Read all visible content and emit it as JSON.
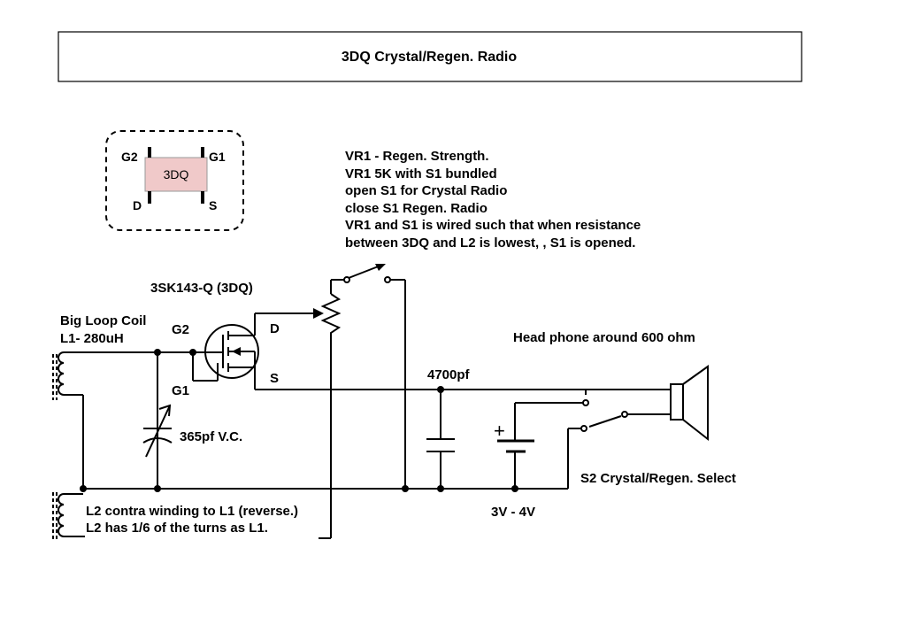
{
  "title": "3DQ Crystal/Regen. Radio",
  "package": {
    "body": "3DQ",
    "pins": {
      "g2": "G2",
      "g1": "G1",
      "d": "D",
      "s": "S"
    },
    "body_color": "#f0c9c9"
  },
  "notes": [
    "VR1 - Regen. Strength.",
    "VR1 5K with S1 bundled",
    "open S1 for Crystal Radio",
    "close S1 Regen. Radio",
    "VR1 and S1 is wired such that when resistance",
    "between 3DQ and L2 is lowest, , S1 is opened."
  ],
  "labels": {
    "fet_name": "3SK143-Q (3DQ)",
    "coil_line1": "Big Loop Coil",
    "coil_line2": "L1- 280uH",
    "g2": "G2",
    "g1": "G1",
    "d": "D",
    "s": "S",
    "vc": "365pf V.C.",
    "cap": "4700pf",
    "headphone": "Head phone around 600 ohm",
    "battery_plus": "+",
    "battery": "3V - 4V",
    "switch": "S2 Crystal/Regen. Select",
    "l2_line1": "L2 contra winding to L1 (reverse.)",
    "l2_line2": "L2 has 1/6 of the turns as L1."
  }
}
